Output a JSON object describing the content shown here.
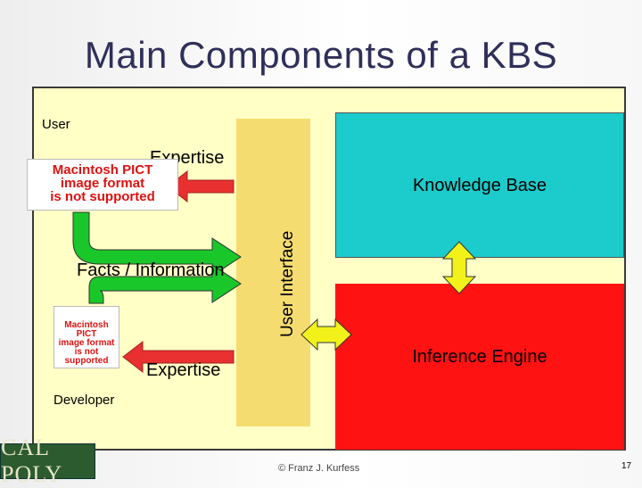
{
  "title": "Main Components of a KBS",
  "labels": {
    "user": "User",
    "developer": "Developer",
    "expertise_top": "Expertise",
    "facts": "Facts / Information",
    "expertise_bottom": "Expertise",
    "user_interface": "User Interface",
    "knowledge_base": "Knowledge Base",
    "inference_engine": "Inference Engine"
  },
  "placeholders": {
    "pict_top": [
      "Macintosh PICT",
      "image format",
      "is not supported"
    ],
    "pict_bottom": [
      "Macintosh PICT",
      "image format",
      "is not supported"
    ]
  },
  "footer": {
    "copyright": "© Franz J. Kurfess",
    "page": "17"
  },
  "logo": {
    "text": "CAL POLY"
  },
  "colors": {
    "panel": "#ffffc6",
    "user_interface": "#f4dc70",
    "knowledge_base": "#1ccbcb",
    "inference_engine": "#ff1212",
    "arrow_red": "#e83030",
    "arrow_green": "#19c72a",
    "arrow_yellow": "#f2f21a",
    "title": "#2f2f5a"
  }
}
